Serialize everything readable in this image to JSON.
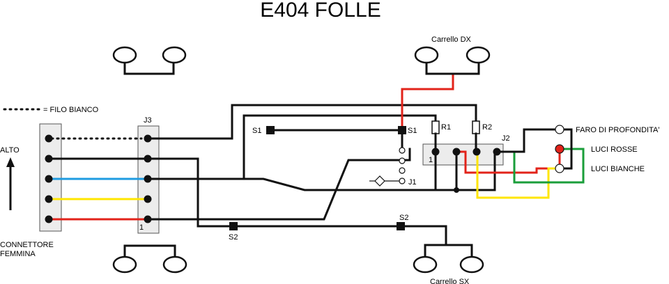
{
  "title": "E404 FOLLE",
  "legend": {
    "white_wire": "= FILO BIANCO"
  },
  "labels": {
    "alto": "ALTO",
    "connector_line1": "CONNETTORE",
    "connector_line2": "FEMMINA",
    "j3": "J3",
    "j3_pin": "1",
    "j2": "J2",
    "j2_pin": "1",
    "j1": "J1",
    "s1_left": "S1",
    "s1_right": "S1",
    "s2_left": "S2",
    "s2_right": "S2",
    "r1": "R1",
    "r2": "R2",
    "carrello_dx": "Carrello DX",
    "carrello_sx": "Carrello SX",
    "faro": "FARO DI PROFONDITA'",
    "luci_rosse": "LUCI ROSSE",
    "luci_bianche": "LUCI BIANCHE"
  },
  "colors": {
    "black": "#111111",
    "red": "#e2231a",
    "blue": "#1e9be0",
    "yellow": "#ffe600",
    "green": "#1a9e3a",
    "connector_fill": "#ffffff",
    "box_fill": "#ececec",
    "lamp_red": "#e2231a"
  }
}
